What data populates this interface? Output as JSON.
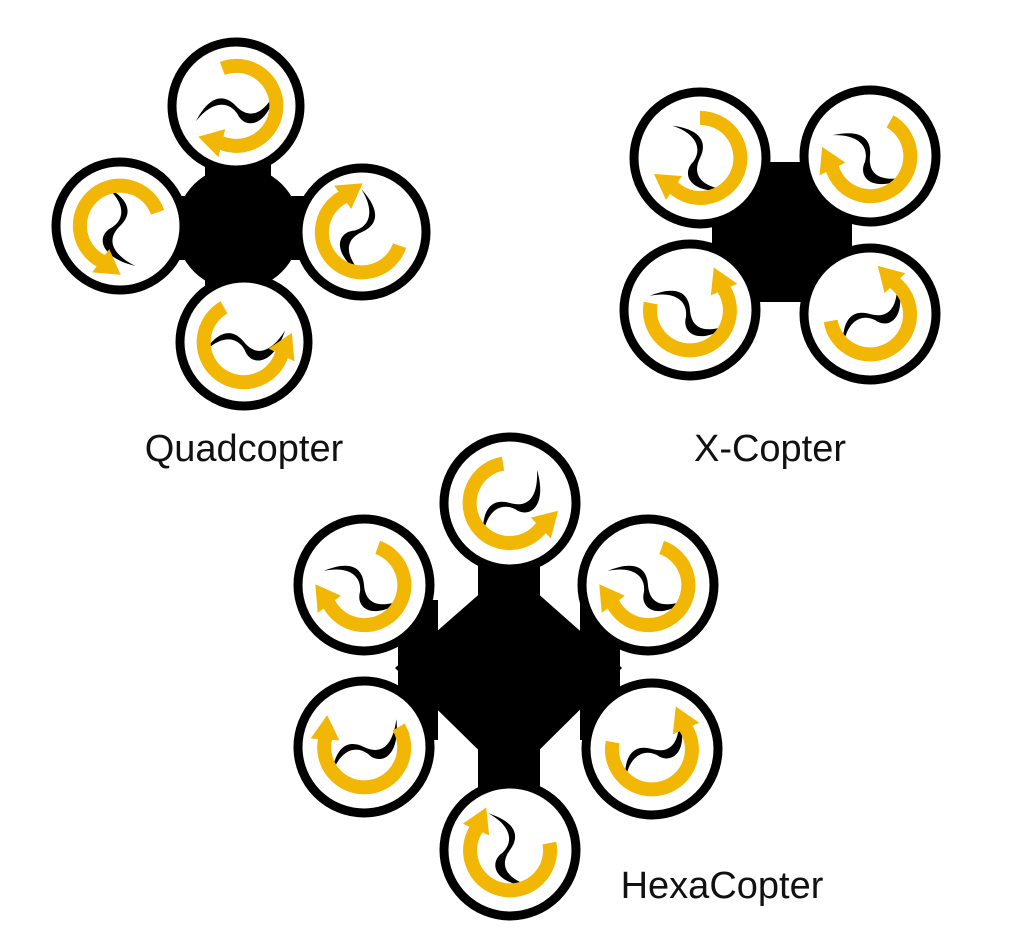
{
  "colors": {
    "frame": "#000000",
    "rotor_fill": "#ffffff",
    "arrow": "#f2b705",
    "blade": "#000000"
  },
  "diagrams": {
    "quadcopter": {
      "label": "Quadcopter"
    },
    "xcopter": {
      "label": "X-Copter"
    },
    "hexacopter": {
      "label": "HexaCopter"
    }
  }
}
